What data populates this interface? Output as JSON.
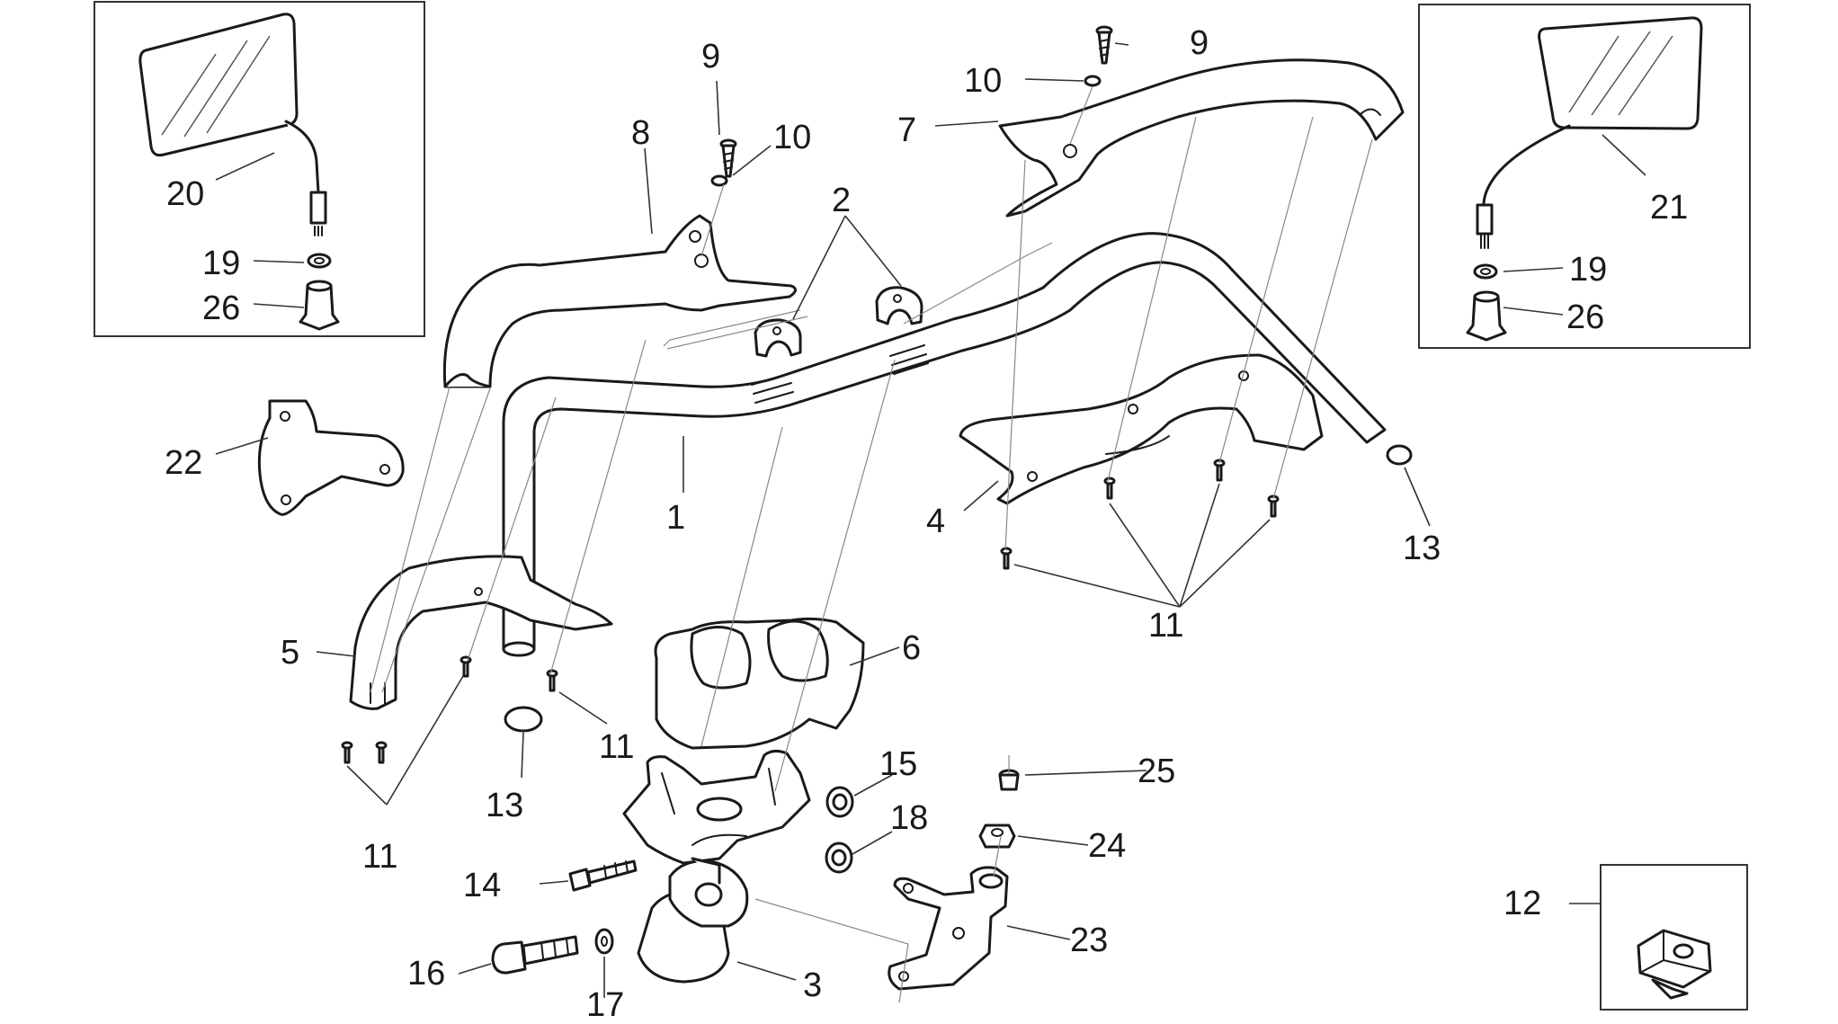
{
  "diagram": {
    "callouts": [
      {
        "id": "20",
        "label": "20"
      },
      {
        "id": "19a",
        "label": "19"
      },
      {
        "id": "26a",
        "label": "26"
      },
      {
        "id": "22",
        "label": "22"
      },
      {
        "id": "8",
        "label": "8"
      },
      {
        "id": "9a",
        "label": "9"
      },
      {
        "id": "10a",
        "label": "10"
      },
      {
        "id": "2",
        "label": "2"
      },
      {
        "id": "9b",
        "label": "9"
      },
      {
        "id": "10b",
        "label": "10"
      },
      {
        "id": "7",
        "label": "7"
      },
      {
        "id": "21",
        "label": "21"
      },
      {
        "id": "19b",
        "label": "19"
      },
      {
        "id": "26b",
        "label": "26"
      },
      {
        "id": "1",
        "label": "1"
      },
      {
        "id": "4",
        "label": "4"
      },
      {
        "id": "13a",
        "label": "13"
      },
      {
        "id": "11a",
        "label": "11"
      },
      {
        "id": "5",
        "label": "5"
      },
      {
        "id": "6",
        "label": "6"
      },
      {
        "id": "11b",
        "label": "11"
      },
      {
        "id": "13b",
        "label": "13"
      },
      {
        "id": "11c",
        "label": "11"
      },
      {
        "id": "15",
        "label": "15"
      },
      {
        "id": "25",
        "label": "25"
      },
      {
        "id": "18",
        "label": "18"
      },
      {
        "id": "24",
        "label": "24"
      },
      {
        "id": "14",
        "label": "14"
      },
      {
        "id": "23",
        "label": "23"
      },
      {
        "id": "12",
        "label": "12"
      },
      {
        "id": "16",
        "label": "16"
      },
      {
        "id": "3",
        "label": "3"
      },
      {
        "id": "17",
        "label": "17"
      }
    ]
  }
}
